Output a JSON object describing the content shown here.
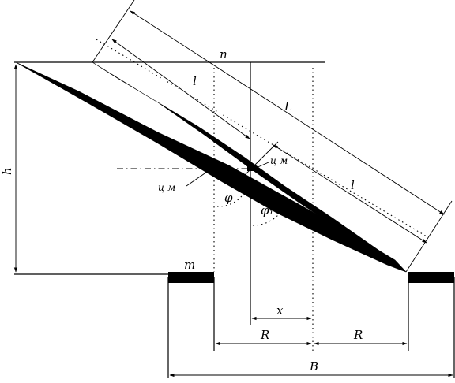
{
  "labels": {
    "n": "n",
    "h": "h",
    "l_upper": "l",
    "L": "L",
    "l_lower": "l",
    "cm_right": "ц м",
    "cm_left": "ц м",
    "phi": "φ",
    "phi1": "φ₁",
    "m": "m",
    "x": "x",
    "R_left": "R",
    "R_right": "R",
    "B": "B"
  }
}
